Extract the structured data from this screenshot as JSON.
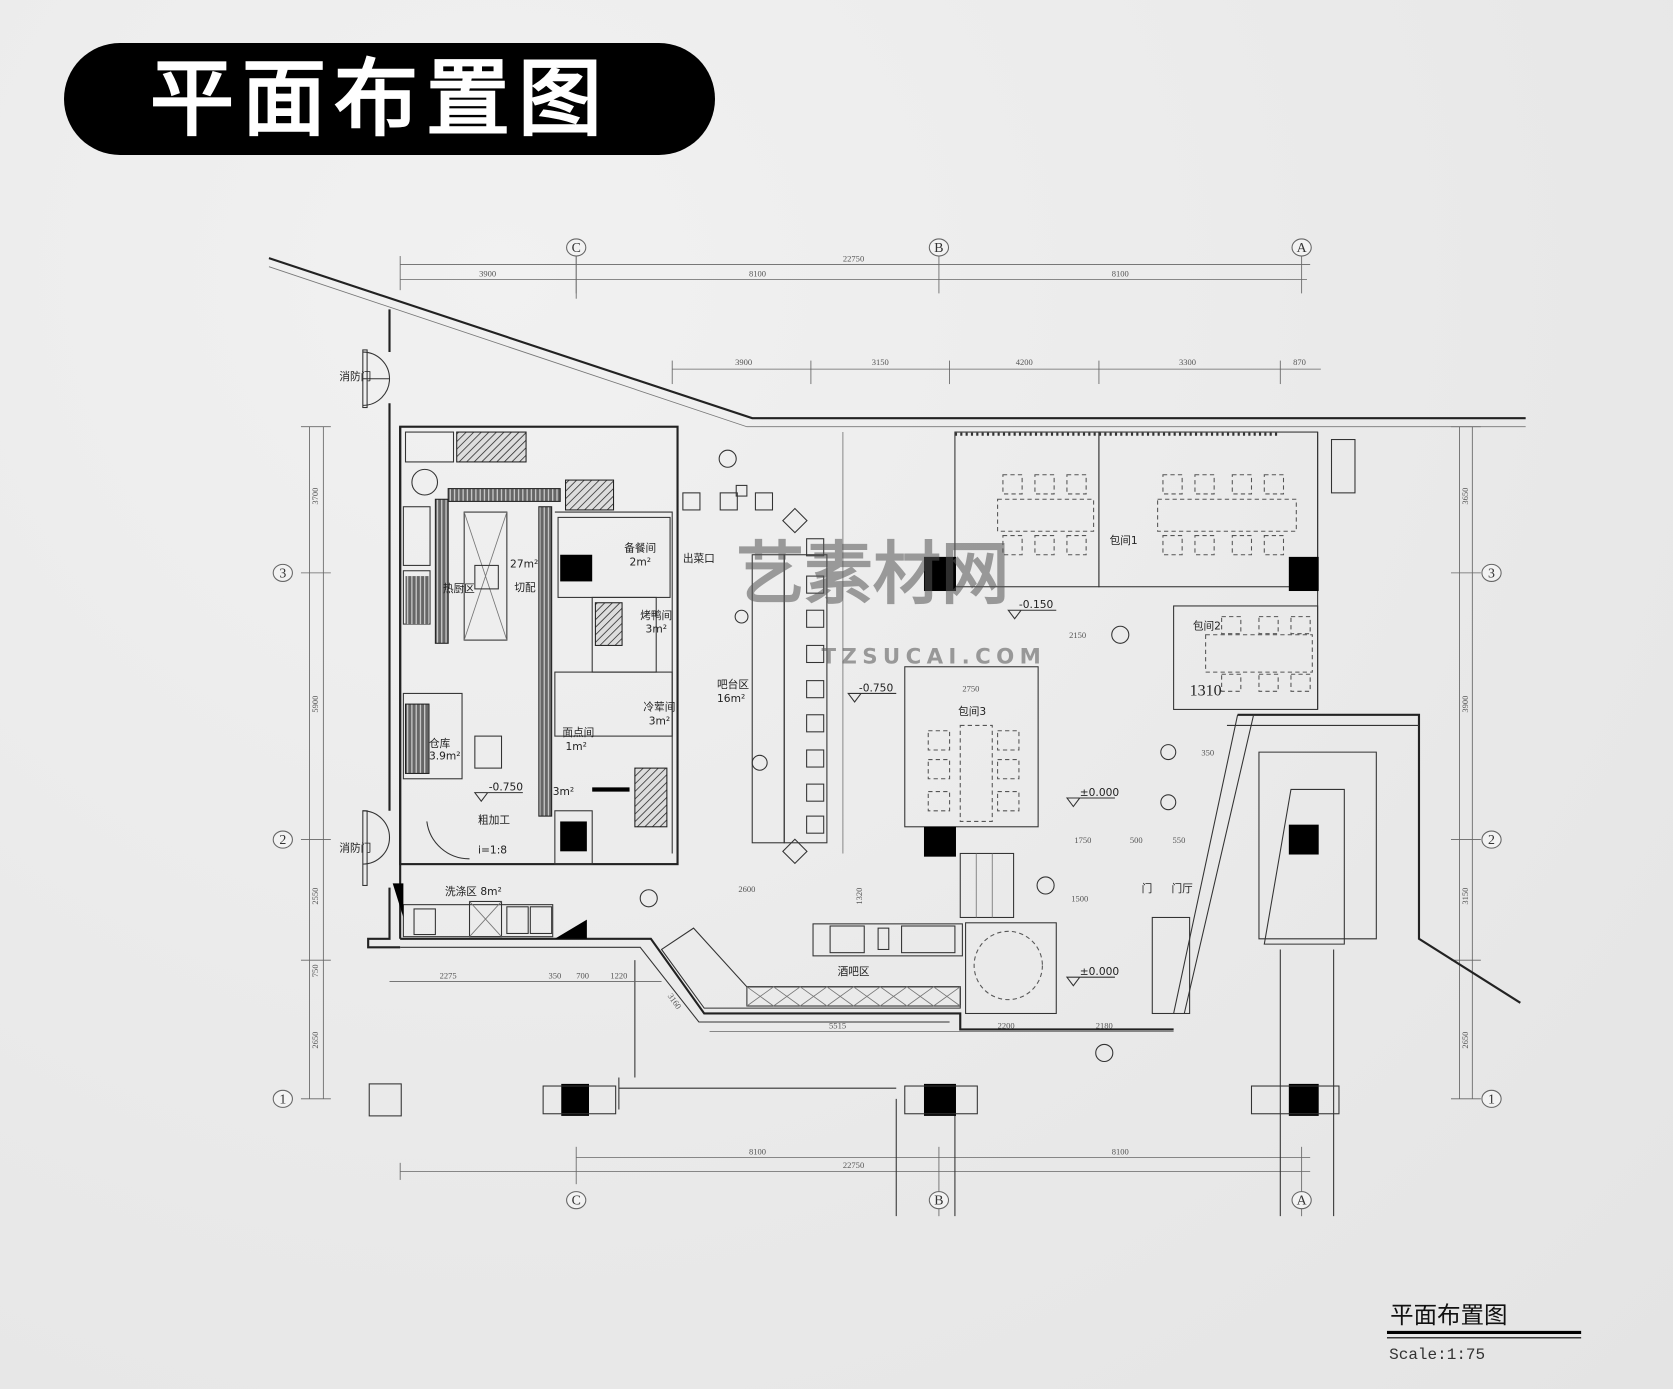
{
  "header": {
    "title": "平面布置图"
  },
  "watermark": {
    "brand": "艺素材网",
    "url": "TZSUCAI.COM"
  },
  "axes": {
    "columns": [
      "C",
      "B",
      "A"
    ],
    "rows": [
      "3",
      "2",
      "1"
    ]
  },
  "dimensions": {
    "top_total": "22750",
    "top_segments": [
      "3900",
      "8100",
      "8100"
    ],
    "top_inner": [
      "3900",
      "3150",
      "4200",
      "3300",
      "870"
    ],
    "bottom_total": "22750",
    "bottom_segments": [
      "8100",
      "8100"
    ],
    "left_segments": [
      "3700",
      "5900",
      "2550",
      "750",
      "2650"
    ],
    "right_segments": [
      "3650",
      "3900",
      "3150",
      "2650"
    ],
    "misc": [
      "2150",
      "2750",
      "1750",
      "500",
      "550",
      "350",
      "2600",
      "2275",
      "350",
      "700",
      "1220",
      "3160",
      "5515",
      "2200",
      "2180",
      "1320",
      "1500"
    ]
  },
  "rooms": {
    "private_room_1": "包间1",
    "private_room_2": "包间2",
    "private_room_3": "包间3",
    "room2_width": "1310",
    "kitchen_area": "27m²",
    "cutting": "切配",
    "prep_room": "备餐间",
    "prep_area": "2m²",
    "roast_room": "烤鸭间",
    "roast_area": "3m²",
    "cold_room": "冷荤间",
    "cold_area": "3m²",
    "pastry_room": "面点间",
    "pastry_area": "1m²",
    "small_area": "3m²",
    "bar_area": "吧台区",
    "bar_size": "16m²",
    "storage": "仓库",
    "storage_area": "3.9m²",
    "washing": "洗涤区 8m²",
    "rough_process": "粗加工",
    "slope": "i=1:8",
    "wine_bar": "酒吧区",
    "fire_door_1": "消防门",
    "fire_door_2": "消防门",
    "hot_kitchen": "热厨区",
    "pass": "出菜口",
    "service_door": "门",
    "reception": "门厅"
  },
  "levels": [
    "-0.150",
    "-0.750",
    "±0.000",
    "±0.000",
    "-0.750"
  ],
  "caption": {
    "title": "平面布置图",
    "scale": "Scale:1:75"
  }
}
